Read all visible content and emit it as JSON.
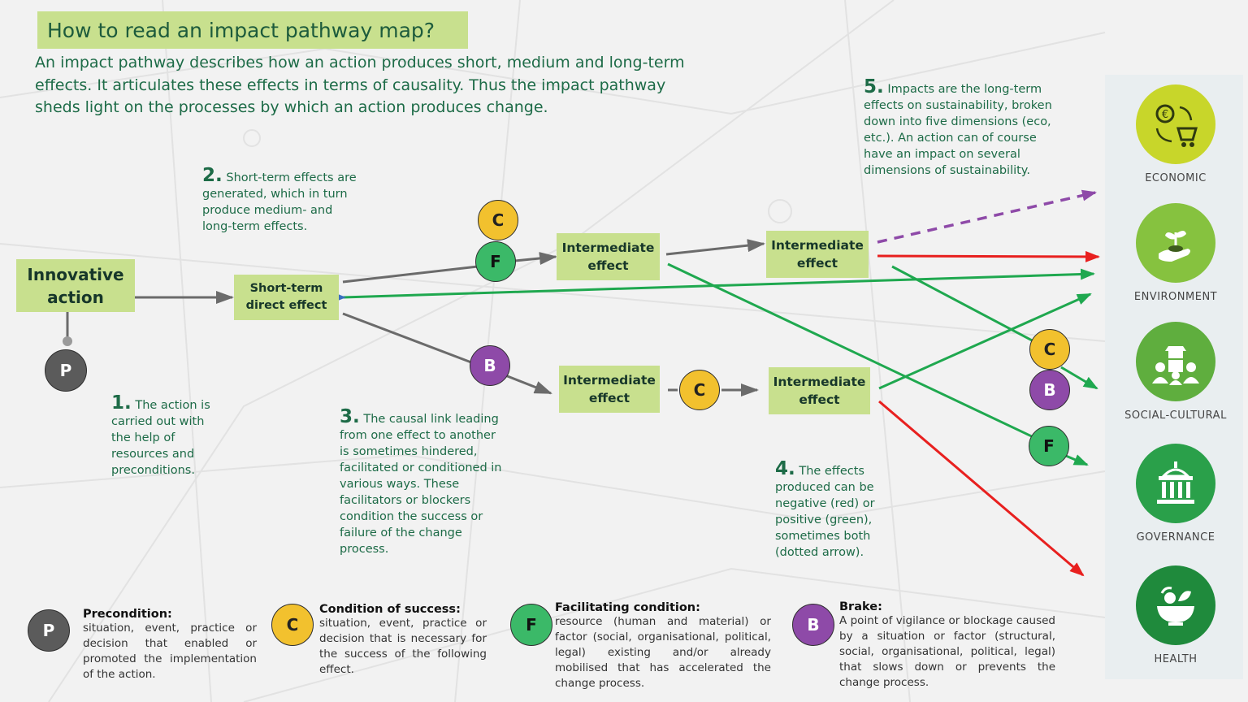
{
  "title": "How to read an impact pathway map?",
  "intro": "An impact pathway describes how an action produces short, medium and long-term effects. It articulates these effects in terms of causality. Thus the impact pathway sheds light on the processes by which an action produces change.",
  "nodes": {
    "innovative_action": [
      "Innovative",
      "action"
    ],
    "short_term": [
      "Short-term",
      "direct effect"
    ],
    "intermediate_top1": [
      "Intermediate",
      "effect"
    ],
    "intermediate_top2": [
      "Intermediate",
      "effect"
    ],
    "intermediate_bottom1": [
      "Intermediate",
      "effect"
    ],
    "intermediate_bottom2": [
      "Intermediate",
      "effect"
    ]
  },
  "badges": {
    "c": "C",
    "f": "F",
    "b": "B",
    "p": "P"
  },
  "notes": {
    "n1": {
      "num": "1.",
      "text": "The action is carried out with the help of resources and preconditions."
    },
    "n2": {
      "num": "2.",
      "text": "Short-term effects are generated, which in turn produce medium- and long-term effects."
    },
    "n3": {
      "num": "3.",
      "text": "The causal link leading from one effect to another is sometimes hindered, facilitated or conditioned in various ways. These facilitators or blockers condition the success or failure of the change process."
    },
    "n4": {
      "num": "4.",
      "text": "The effects produced can be negative (red) or positive (green), sometimes both (dotted arrow)."
    },
    "n5": {
      "num": "5.",
      "text": "Impacts are the long-term effects on sustainability, broken down into five dimensions (eco, etc.). An action can of course have an impact on several dimensions of sustainability."
    }
  },
  "legend": {
    "precondition": {
      "title": "Precondition:",
      "text": "situation, event, practice or decision that enabled or promoted the implementation of the action."
    },
    "condition": {
      "title": "Condition of success:",
      "text": "situation, event, practice or decision that is necessary for the success of the following effect."
    },
    "facilitating": {
      "title": "Facilitating condition:",
      "text": "resource (human and material) or factor (social, organisational, political, legal) existing and/or already mobilised that has accelerated the change process."
    },
    "brake": {
      "title": "Brake:",
      "text": "A point of vigilance or blockage caused by a situation or factor (structural, social, organisational, political, legal) that slows down or prevents the change process."
    }
  },
  "dimensions": [
    {
      "label": "ECONOMIC",
      "icon": "economic-cart-icon",
      "color": "#c8d62a"
    },
    {
      "label": "ENVIRONMENT",
      "icon": "environment-plant-hand-icon",
      "color": "#86c23f"
    },
    {
      "label": "SOCIAL-CULTURAL",
      "icon": "social-cultural-people-icon",
      "color": "#5fae3e"
    },
    {
      "label": "GOVERNANCE",
      "icon": "governance-building-icon",
      "color": "#2aa04a"
    },
    {
      "label": "HEALTH",
      "icon": "health-bowl-icon",
      "color": "#1f8a3c"
    }
  ],
  "colors": {
    "node_fill": "#c8e08e",
    "positive": "#1fa84f",
    "negative": "#e8201f",
    "mixed": "#8e4aa8",
    "neutral": "#6b6b6b"
  }
}
